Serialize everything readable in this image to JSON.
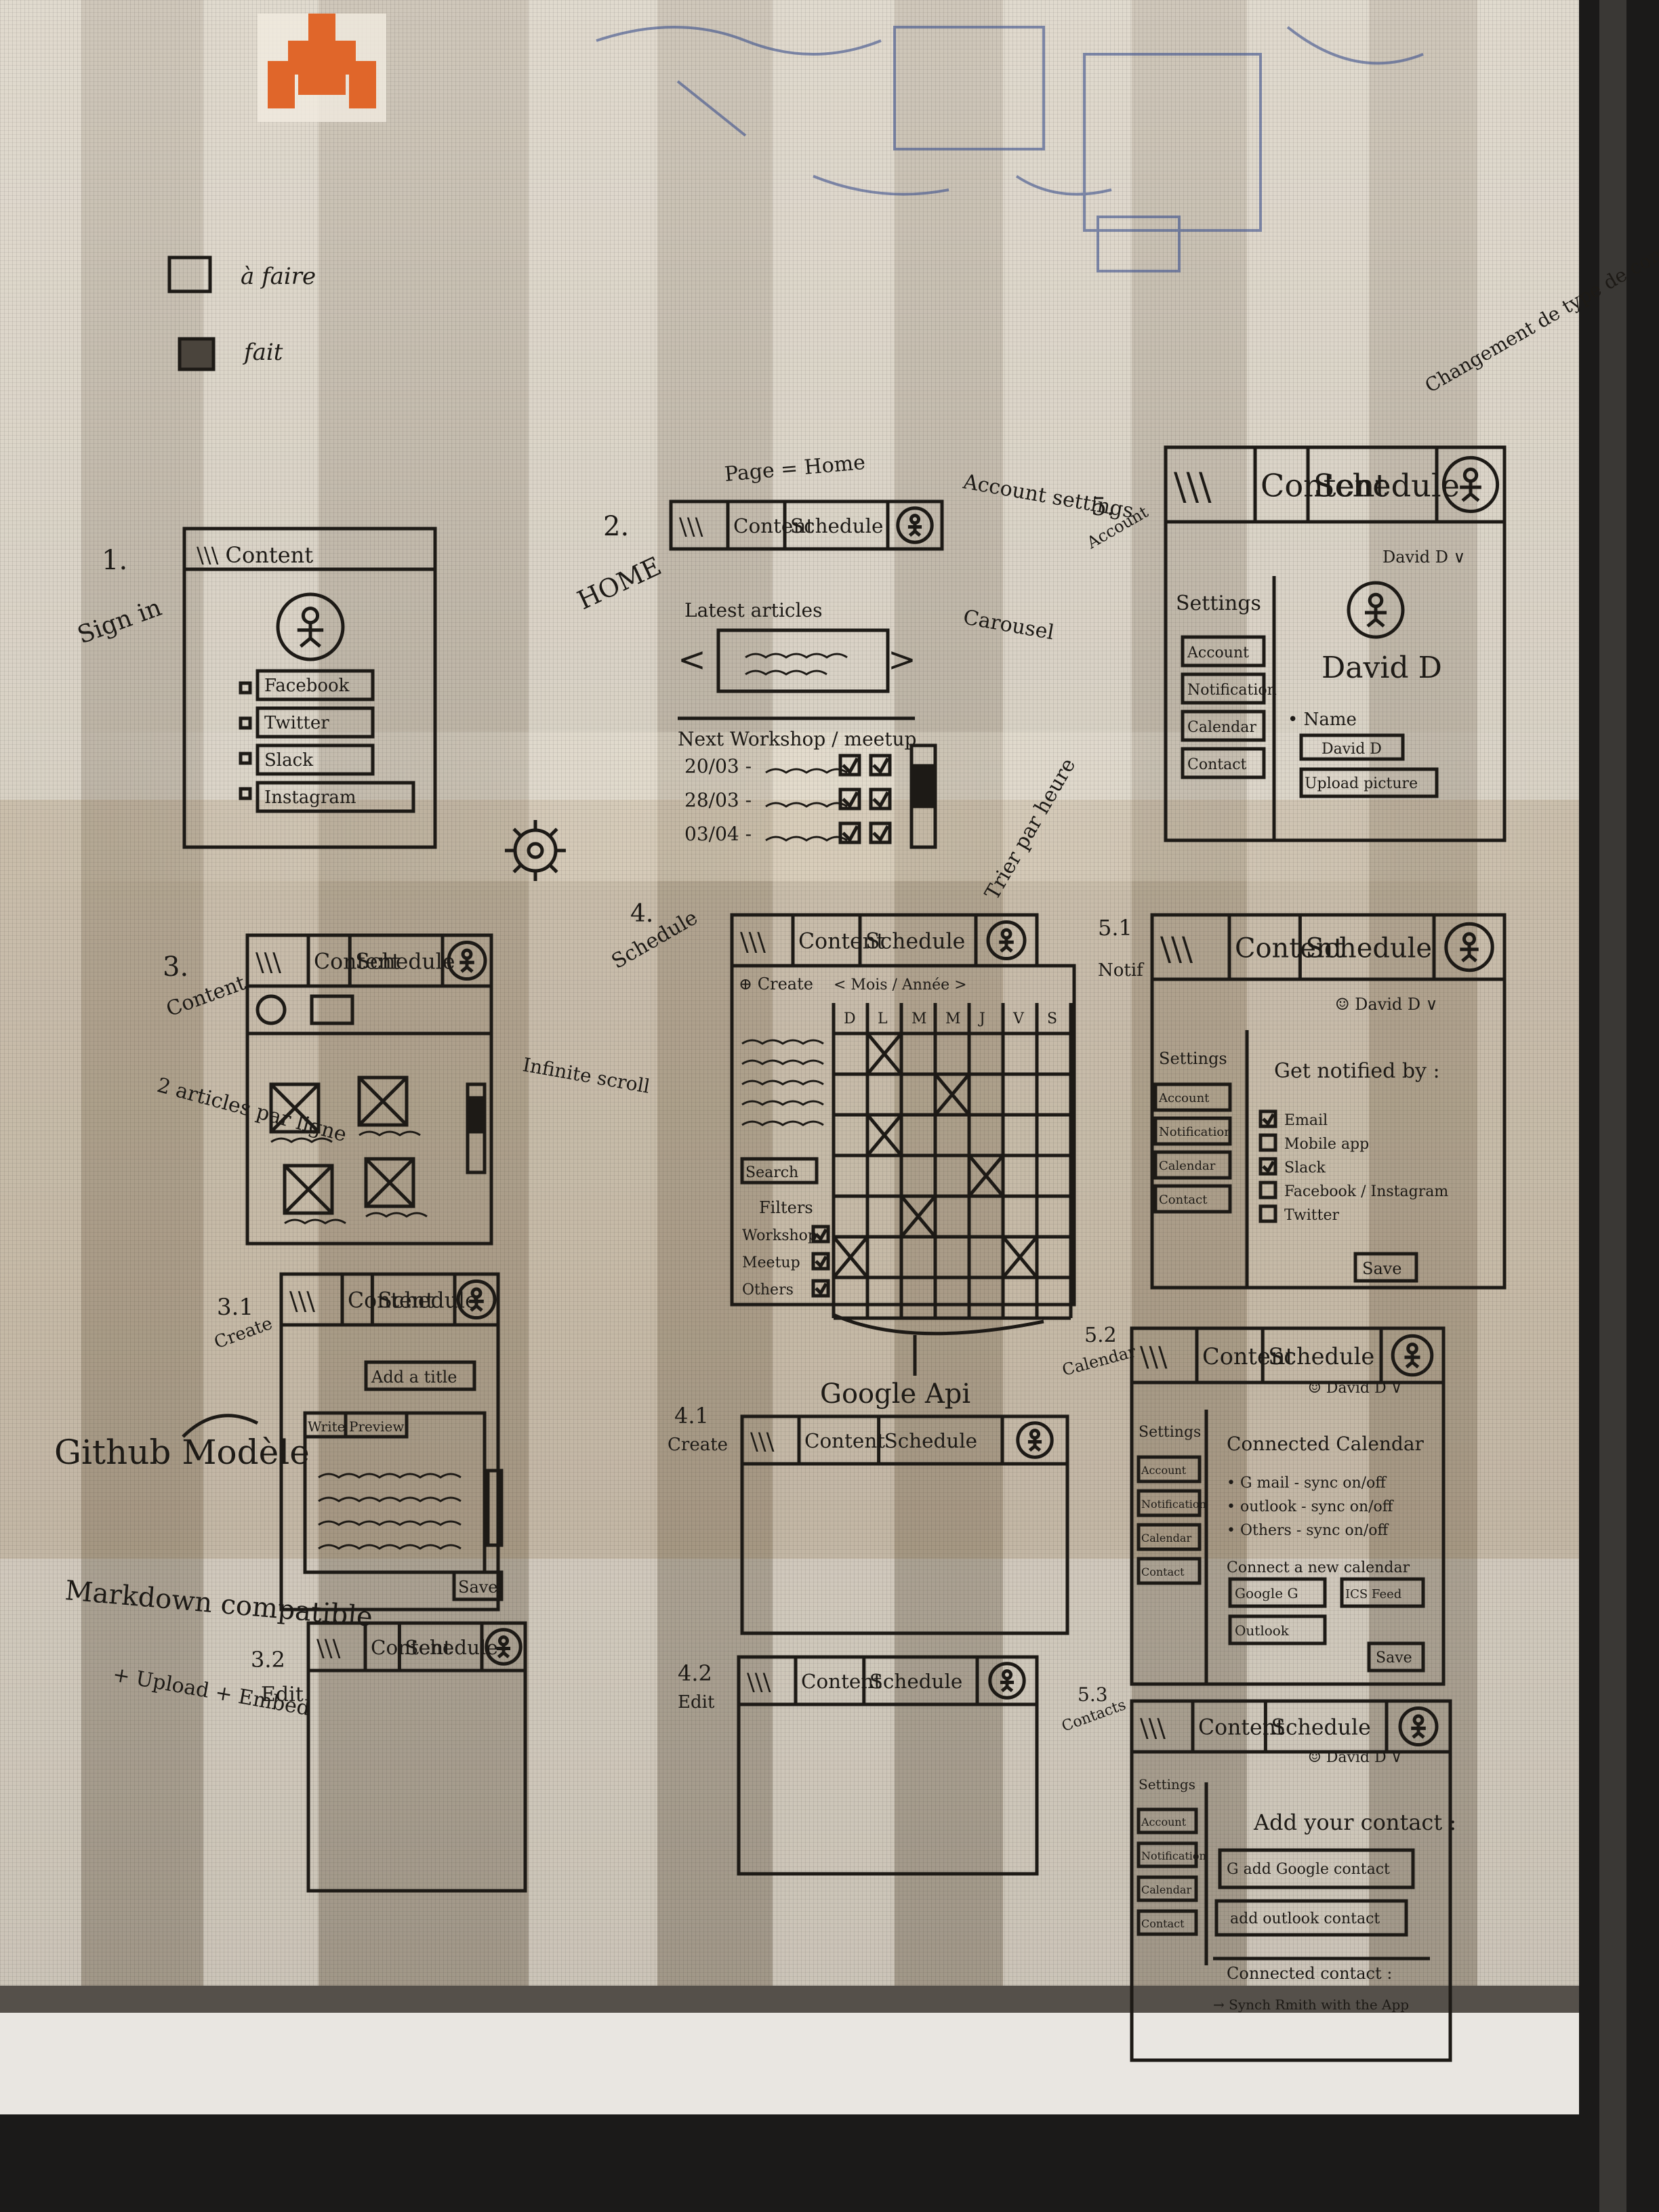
{
  "scene": {
    "colors": {
      "screen_light": "#d9d2c6",
      "screen_mid": "#b8afa2",
      "screen_dark": "#7d7468",
      "blind_slat": "#efe9de",
      "ink": "#1d1a16",
      "ink_blue": "#3a4f8c",
      "frame": "#1b1a19",
      "sticker": "#e0662a"
    },
    "legend": {
      "todo": "à faire",
      "done": "fait"
    },
    "screens": {
      "s1": {
        "num": "1.",
        "name": "Sign in",
        "menu": "Content",
        "buttons": [
          "Facebook",
          "Twitter",
          "Slack",
          "Instagram"
        ]
      },
      "s2": {
        "num": "2.",
        "name": "HOME",
        "note_top": "Page = Home",
        "note_right": "Account settings",
        "tabs": [
          "Content",
          "Schedule"
        ],
        "section": "Latest articles",
        "carousel": "Carousel",
        "section2": "Next Workshop / meetup",
        "dates": [
          "20/03 -",
          "28/03 -",
          "03/04 -"
        ]
      },
      "s3": {
        "num": "3.",
        "name": "Content",
        "tabs": [
          "Content",
          "Schedule"
        ],
        "note_left": "2 articles par ligne",
        "note_right": "Infinite scroll"
      },
      "s31": {
        "num": "3.1",
        "name": "Create",
        "tabs": [
          "Content",
          "Schedule"
        ],
        "title_field": "Add a title",
        "editor_tabs": [
          "Write",
          "Preview"
        ],
        "save": "Save",
        "note": "Github Modèle",
        "note2": "Markdown compatible",
        "note3": "+ Upload + Embed"
      },
      "s32": {
        "num": "3.2",
        "name": "Edit",
        "tabs": [
          "Content",
          "Schedule"
        ]
      },
      "s4": {
        "num": "4.",
        "name": "Schedule",
        "tabs": [
          "Content",
          "Schedule"
        ],
        "create": "Create",
        "month": "< Mois / Année >",
        "days": [
          "D",
          "L",
          "M",
          "M",
          "J",
          "V",
          "S"
        ],
        "search": "Search",
        "filters": "Filters",
        "filter_items": [
          "Workshop",
          "Meetup",
          "Others"
        ],
        "note_sort": "Trier par heure",
        "note_api": "Google Api"
      },
      "s41": {
        "num": "4.1",
        "name": "Create",
        "tabs": [
          "Content",
          "Schedule"
        ]
      },
      "s42": {
        "num": "4.2",
        "name": "Edit",
        "tabs": [
          "Content",
          "Schedule"
        ]
      },
      "s5": {
        "num": "5.",
        "name": "Account",
        "tabs": [
          "Content",
          "Schedule"
        ],
        "user": "David D",
        "settings": "Settings",
        "menu": [
          "Account",
          "Notification",
          "Calendar",
          "Contact"
        ],
        "field": "Name",
        "field_value": "David D",
        "upload": "Upload picture",
        "note": "Changement de type de compte"
      },
      "s51": {
        "num": "5.1",
        "name": "Notif",
        "tabs": [
          "Content",
          "Schedule"
        ],
        "user": "David D",
        "heading": "Get notified by :",
        "options": [
          "Email",
          "Mobile app",
          "Slack",
          "Facebook / Instagram",
          "Twitter"
        ],
        "save": "Save"
      },
      "s52": {
        "num": "5.2",
        "name": "Calendar",
        "tabs": [
          "Content",
          "Schedule"
        ],
        "user": "David D",
        "heading": "Connected Calendar",
        "items": [
          "G mail - sync on/off",
          "outlook - sync on/off",
          "Others - sync on/off"
        ],
        "connect": "Connect a new calendar",
        "buttons": [
          "Google G",
          "ICS Feed",
          "Outlook"
        ],
        "save": "Save"
      },
      "s53": {
        "num": "5.3",
        "name": "Contacts",
        "tabs": [
          "Content",
          "Schedule"
        ],
        "user": "David D",
        "heading": "Add your contact :",
        "buttons": [
          "G add Google contact",
          "add outlook contact"
        ],
        "connected": "Connected contact :",
        "sync": "Synch Rmith with the App"
      }
    }
  }
}
